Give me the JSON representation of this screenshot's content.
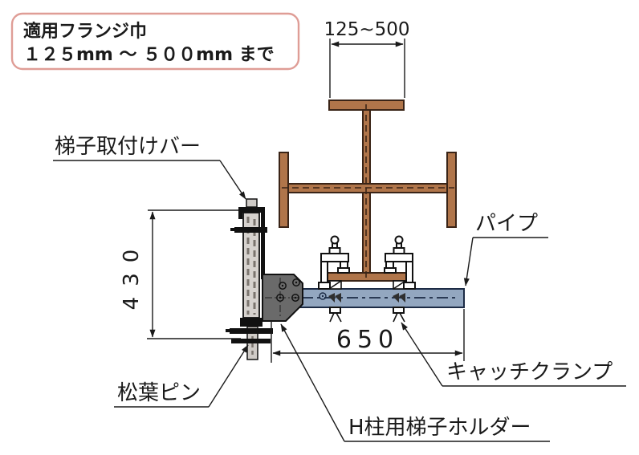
{
  "note_box": {
    "line1": "適用フランジ巾",
    "line2": "１２５mm ～ ５００mm まで"
  },
  "dimensions": {
    "flange_width_range": "125~500",
    "bar_length": "430",
    "pipe_offset": "650"
  },
  "labels": {
    "mounting_bar": "梯子取付けバー",
    "pipe": "パイプ",
    "pin": "松葉ピン",
    "clamp": "キャッチクランプ",
    "holder": "H柱用梯子ホルダー"
  },
  "colors": {
    "beam_fill": "#b0754a",
    "beam_outline": "#3a2417",
    "pipe_fill": "#93a7c0",
    "pipe_outline": "#1c2b45",
    "gusset_fill": "#6a6a6a",
    "bar_fill": "#d6d2ce",
    "note_border": "#df9d96",
    "line_color": "#1a1a1a"
  }
}
